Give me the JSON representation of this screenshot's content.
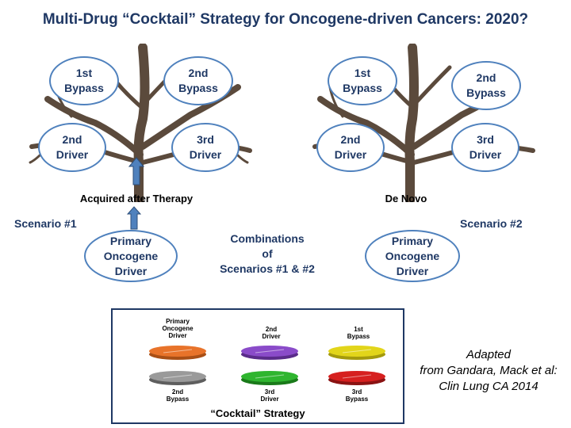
{
  "title": "Multi-Drug “Cocktail” Strategy for Oncogene-driven Cancers: 2020?",
  "left_tree": {
    "bypass1": "1st\nBypass",
    "bypass2": "2nd\nBypass",
    "driver2": "2nd\nDriver",
    "driver3": "3rd\nDriver",
    "trunk_label": "Acquired after Therapy",
    "primary": "Primary\nOncogene\nDriver",
    "scenario": "Scenario #1"
  },
  "right_tree": {
    "bypass1": "1st\nBypass",
    "bypass2": "2nd\nBypass",
    "driver2": "2nd\nDriver",
    "driver3": "3rd\nDriver",
    "trunk_label": "De Novo",
    "primary": "Primary\nOncogene\nDriver",
    "scenario": "Scenario #2"
  },
  "combinations": "Combinations\nof\nScenarios #1 & #2",
  "cocktail": {
    "title": "“Cocktail” Strategy",
    "pills": [
      {
        "label": "Primary\nOncogene\nDriver",
        "color": "#e8732a"
      },
      {
        "label": "2nd\nDriver",
        "color": "#8a4bc9"
      },
      {
        "label": "1st\nBypass",
        "color": "#e2d51a"
      },
      {
        "label": "2nd\nBypass",
        "color": "#9a9a9a"
      },
      {
        "label": "3rd\nDriver",
        "color": "#2fb52f"
      },
      {
        "label": "3rd\nBypass",
        "color": "#d6201f"
      }
    ]
  },
  "adapted": "Adapted\nfrom Gandara, Mack et al:\nClin Lung CA 2014",
  "colors": {
    "accent": "#1f3864",
    "ellipse_border": "#4f81bd",
    "arrow": "#4f81bd"
  }
}
